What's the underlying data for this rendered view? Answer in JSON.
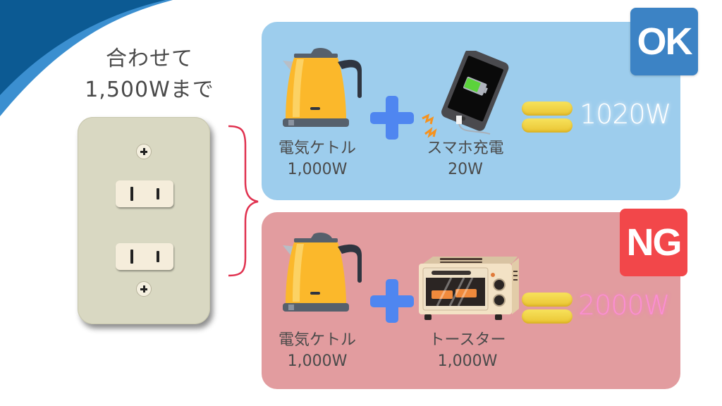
{
  "headline": {
    "line1": "合わせて",
    "line2": "1,500Wまで"
  },
  "colors": {
    "swoosh_dark": "#0c5a93",
    "swoosh_light": "#3b8fd0",
    "ok_panel": "#9dcded",
    "ng_panel": "#e29c9f",
    "ok_badge": "#3c83c5",
    "ng_badge": "#f2474a",
    "plus": "#4f86f0",
    "equals": "#f0d040",
    "brace": "#e0314f",
    "outlet_plate": "#d9d8c2"
  },
  "outlet": {
    "sockets": 2,
    "screws": 2
  },
  "ok_case": {
    "badge": "OK",
    "items": [
      {
        "name": "電気ケトル",
        "watts": "1,000W",
        "icon": "kettle-icon"
      },
      {
        "name": "スマホ充電",
        "watts": "20W",
        "icon": "phone-charging-icon"
      }
    ],
    "operator": "+",
    "equals": "=",
    "total": "1020W"
  },
  "ng_case": {
    "badge": "NG",
    "items": [
      {
        "name": "電気ケトル",
        "watts": "1,000W",
        "icon": "kettle-icon"
      },
      {
        "name": "トースター",
        "watts": "1,000W",
        "icon": "toaster-oven-icon"
      }
    ],
    "operator": "+",
    "equals": "=",
    "total": "2000W"
  }
}
